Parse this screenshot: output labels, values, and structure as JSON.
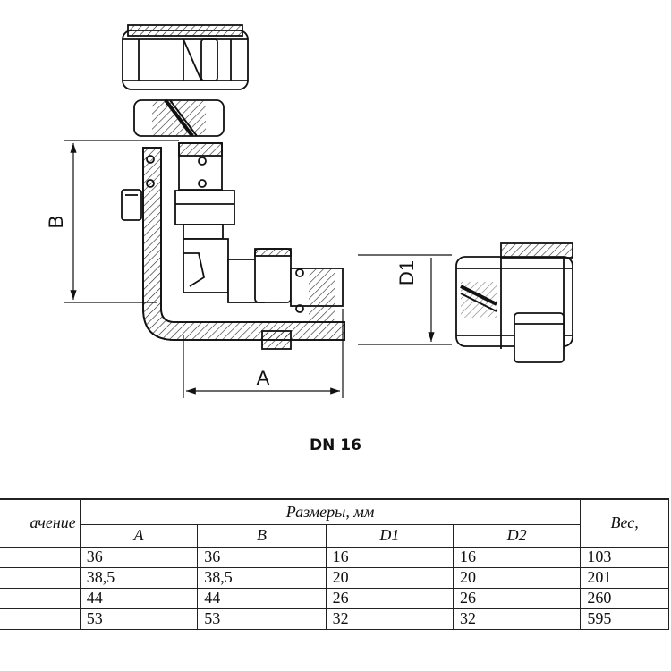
{
  "drawing": {
    "dimensions": {
      "a": "A",
      "b": "B",
      "d1": "D1"
    },
    "caption": "DN 16"
  },
  "table": {
    "headers": {
      "designation": "ачение",
      "sizes_group": "Размеры, мм",
      "weight": "Вес,",
      "sub": [
        "A",
        "B",
        "D1",
        "D2"
      ]
    },
    "rows": [
      [
        "",
        "36",
        "36",
        "16",
        "16",
        "103"
      ],
      [
        "",
        "38,5",
        "38,5",
        "20",
        "20",
        "201"
      ],
      [
        "",
        "44",
        "44",
        "26",
        "26",
        "260"
      ],
      [
        "",
        "53",
        "53",
        "32",
        "32",
        "595"
      ]
    ]
  }
}
